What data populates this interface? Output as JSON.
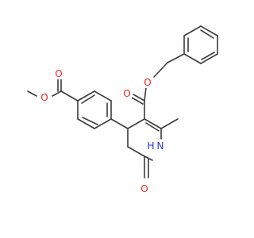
{
  "atoms": {
    "o_ester_carbonyl": "O",
    "o_ester_link": "O",
    "o_methoxy_carbonyl": "O",
    "o_methoxy_link": "O",
    "o_lactam": "O",
    "n_ring": "N",
    "h_ring": "H"
  },
  "colors": {
    "bond": "#3c3c3c",
    "oxygen": "#e8281e",
    "nitrogen": "#2a33d6",
    "background": "#ffffff"
  }
}
